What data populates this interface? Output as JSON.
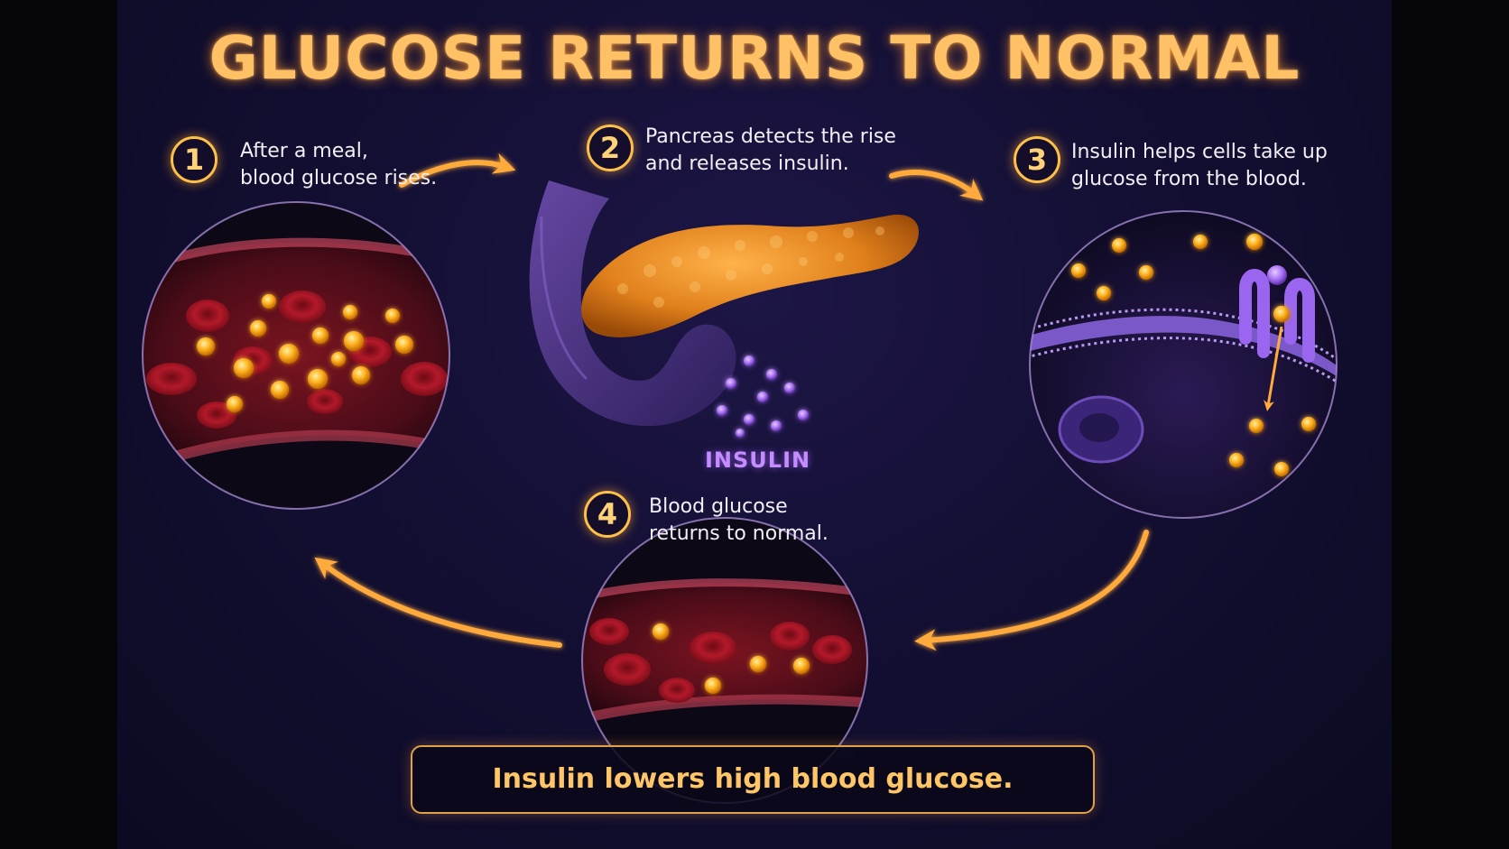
{
  "title": "GLUCOSE RETURNS TO NORMAL",
  "steps": [
    {
      "number": "1",
      "line1": "After a meal,",
      "line2": "blood glucose rises."
    },
    {
      "number": "2",
      "line1": "Pancreas detects the rise",
      "line2": "and releases insulin."
    },
    {
      "number": "3",
      "line1": "Insulin helps cells take up",
      "line2": "glucose from the blood."
    },
    {
      "number": "4",
      "line1": "Blood glucose",
      "line2": "returns to normal."
    }
  ],
  "insulin_label": "INSULIN",
  "summary": "Insulin lowers high blood glucose.",
  "colors": {
    "accent": "#ffb347",
    "title": "#ffc166",
    "insulin": "#b57cff",
    "glucose": "#ffb320",
    "blood_cell": "#b3192a",
    "background": "#130f33"
  },
  "icons": [
    "blood-vessel-high-glucose",
    "pancreas",
    "cell-receptor",
    "blood-vessel-normal-glucose",
    "arrow-icon"
  ]
}
